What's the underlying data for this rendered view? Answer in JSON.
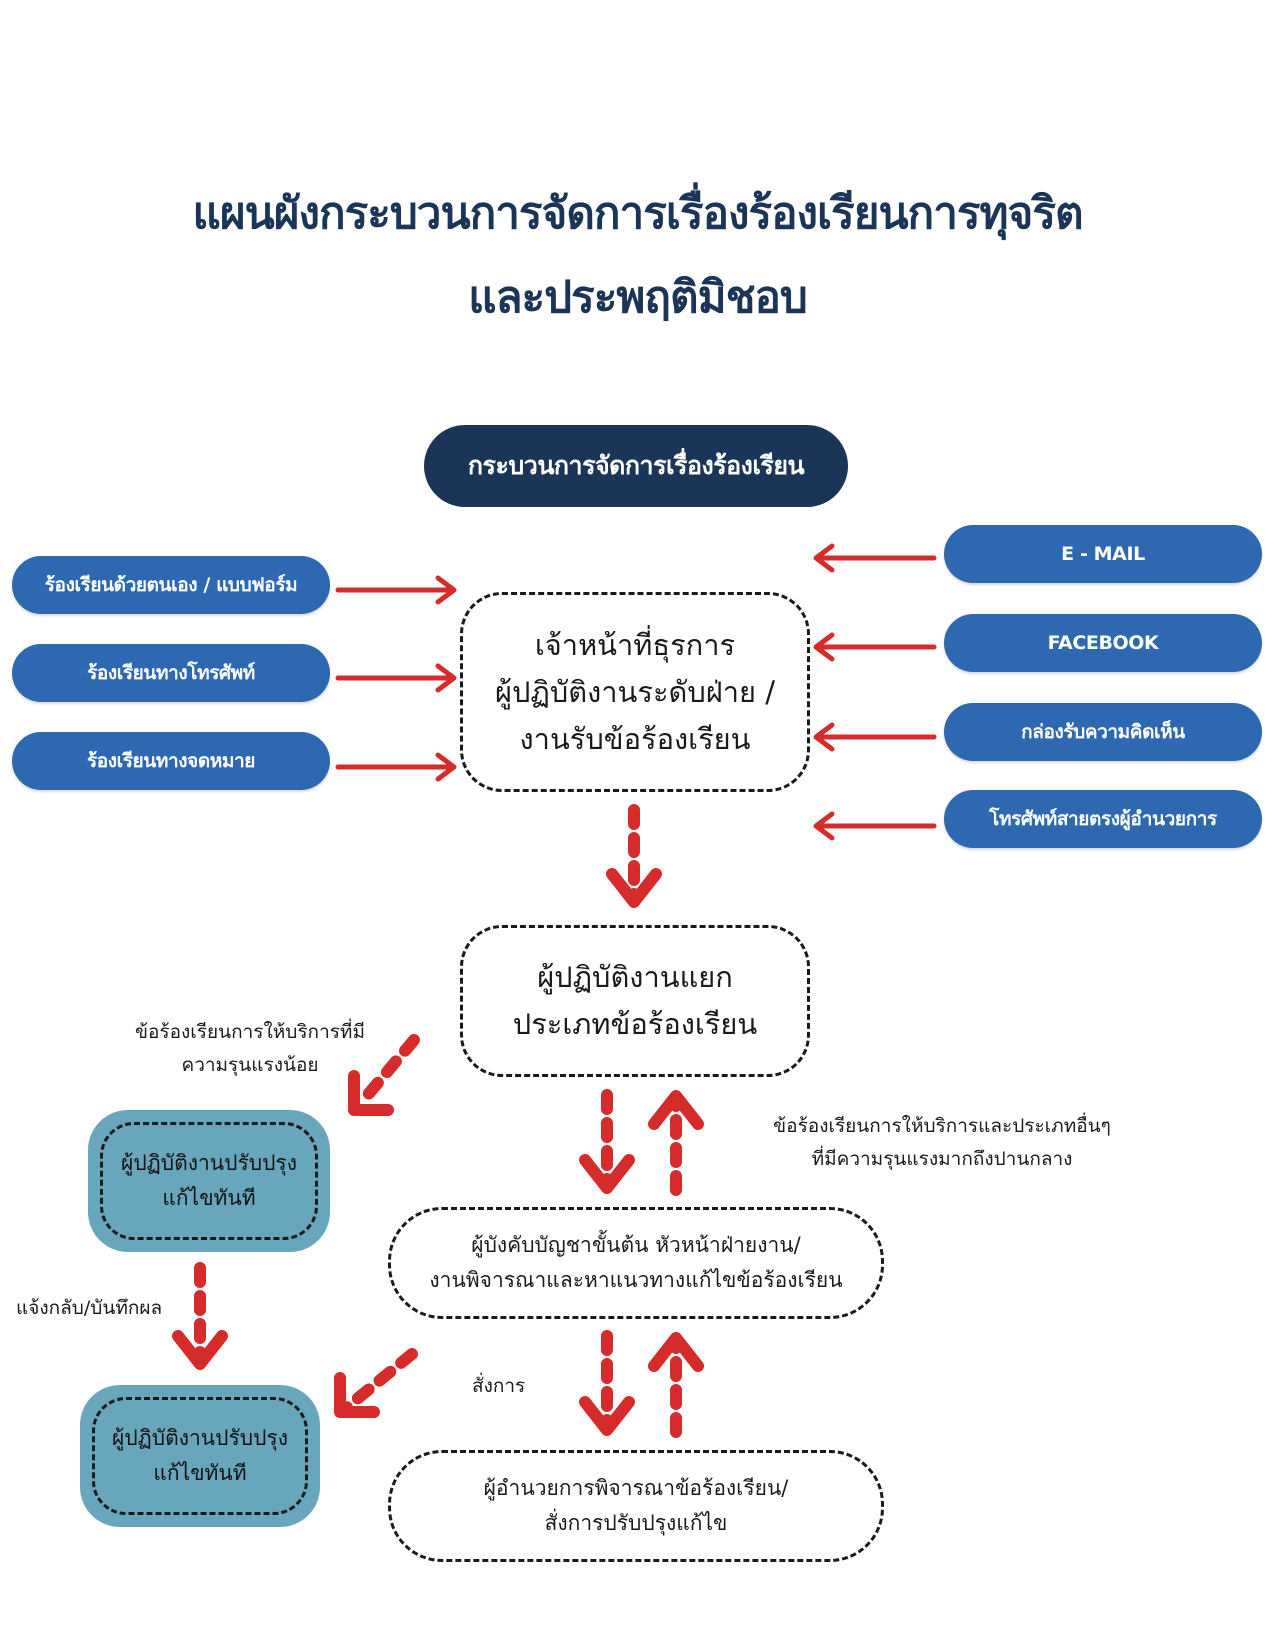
{
  "title": {
    "line1": "แผนผังกระบวนการจัดการเรื่องร้องเรียนการทุจริต",
    "line2": "และประพฤติมิชอบ"
  },
  "header": "กระบวนการจัดการเรื่องร้องเรียน",
  "left_channels": [
    "ร้องเรียนด้วยตนเอง / แบบฟอร์ม",
    "ร้องเรียนทางโทรศัพท์",
    "ร้องเรียนทางจดหมาย"
  ],
  "right_channels": [
    "E - MAIL",
    "FACEBOOK",
    "กล่องรับความคิดเห็น",
    "โทรศัพท์สายตรงผู้อำนวยการ"
  ],
  "steps": {
    "receive": [
      "เจ้าหน้าที่ธุรการ",
      "ผู้ปฏิบัติงานระดับฝ่าย /",
      "งานรับข้อร้องเรียน"
    ],
    "classify": [
      "ผู้ปฏิบัติงานแยก",
      "ประเภทข้อร้องเรียน"
    ],
    "head": [
      "ผู้บังคับบัญชาขั้นต้น หัวหน้าฝ่ายงาน/",
      "งานพิจารณาและหาแนวทางแก้ไขข้อร้องเรียน"
    ],
    "director": [
      "ผู้อำนวยการพิจารณาข้อร้องเรียน/",
      "สั่งการปรับปรุงแก้ไข"
    ],
    "fix1": [
      "ผู้ปฏิบัติงานปรับปรุง",
      "แก้ไขทันที"
    ],
    "fix2": [
      "ผู้ปฏิบัติงานปรับปรุง",
      "แก้ไขทันที"
    ]
  },
  "notes": {
    "minor": [
      "ข้อร้องเรียนการให้บริการที่มี",
      "ความรุนแรงน้อย"
    ],
    "major": [
      "ข้อร้องเรียนการให้บริการและประเภทอื่นๆ",
      "ที่มีความรุนแรงมากถึงปานกลาง"
    ],
    "report": "แจ้งกลับ/บันทึกผล",
    "order": "สั่งการ"
  },
  "colors": {
    "navy": "#1b3558",
    "pill_blue": "#2e68b0",
    "teal": "#68a6bd",
    "arrow_red": "#d62b2b"
  }
}
